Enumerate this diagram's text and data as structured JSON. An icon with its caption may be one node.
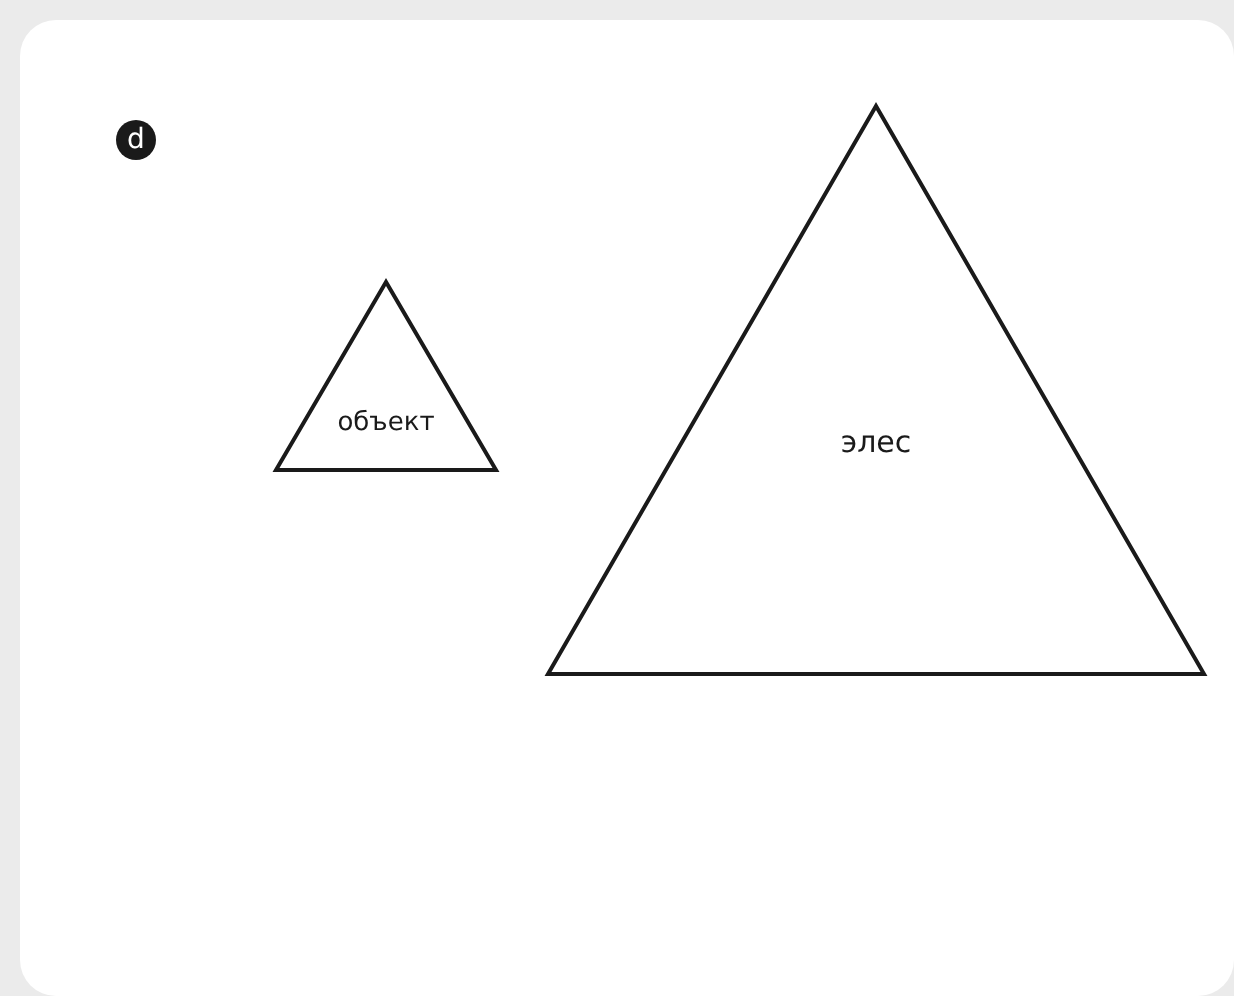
{
  "diagram": {
    "nodes": [
      {
        "text": [
          "объект"
        ]
      },
      {
        "text": [
          "элес"
        ]
      }
    ],
    "labels": [
      "d"
    ]
  }
}
